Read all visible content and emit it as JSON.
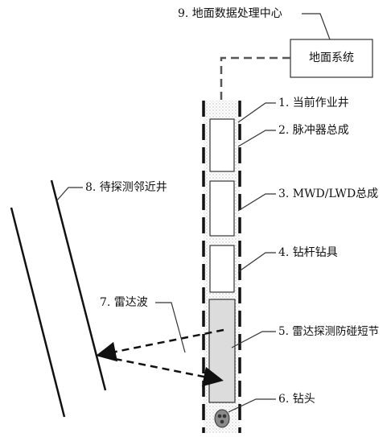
{
  "labels": {
    "center": "9. 地面数据处理中心",
    "surface_system": "地面系统",
    "well": "1. 当前作业井",
    "pulser": "2. 脉冲器总成",
    "mwd": "3. MWD/LWD总成",
    "drill_tool": "4. 钻杆钻具",
    "radar_sub": "5. 雷达探测防碰短节",
    "bit": "6. 钻头",
    "radar_wave": "7. 雷达波",
    "adjacent_well": "8. 待探测邻近井"
  }
}
